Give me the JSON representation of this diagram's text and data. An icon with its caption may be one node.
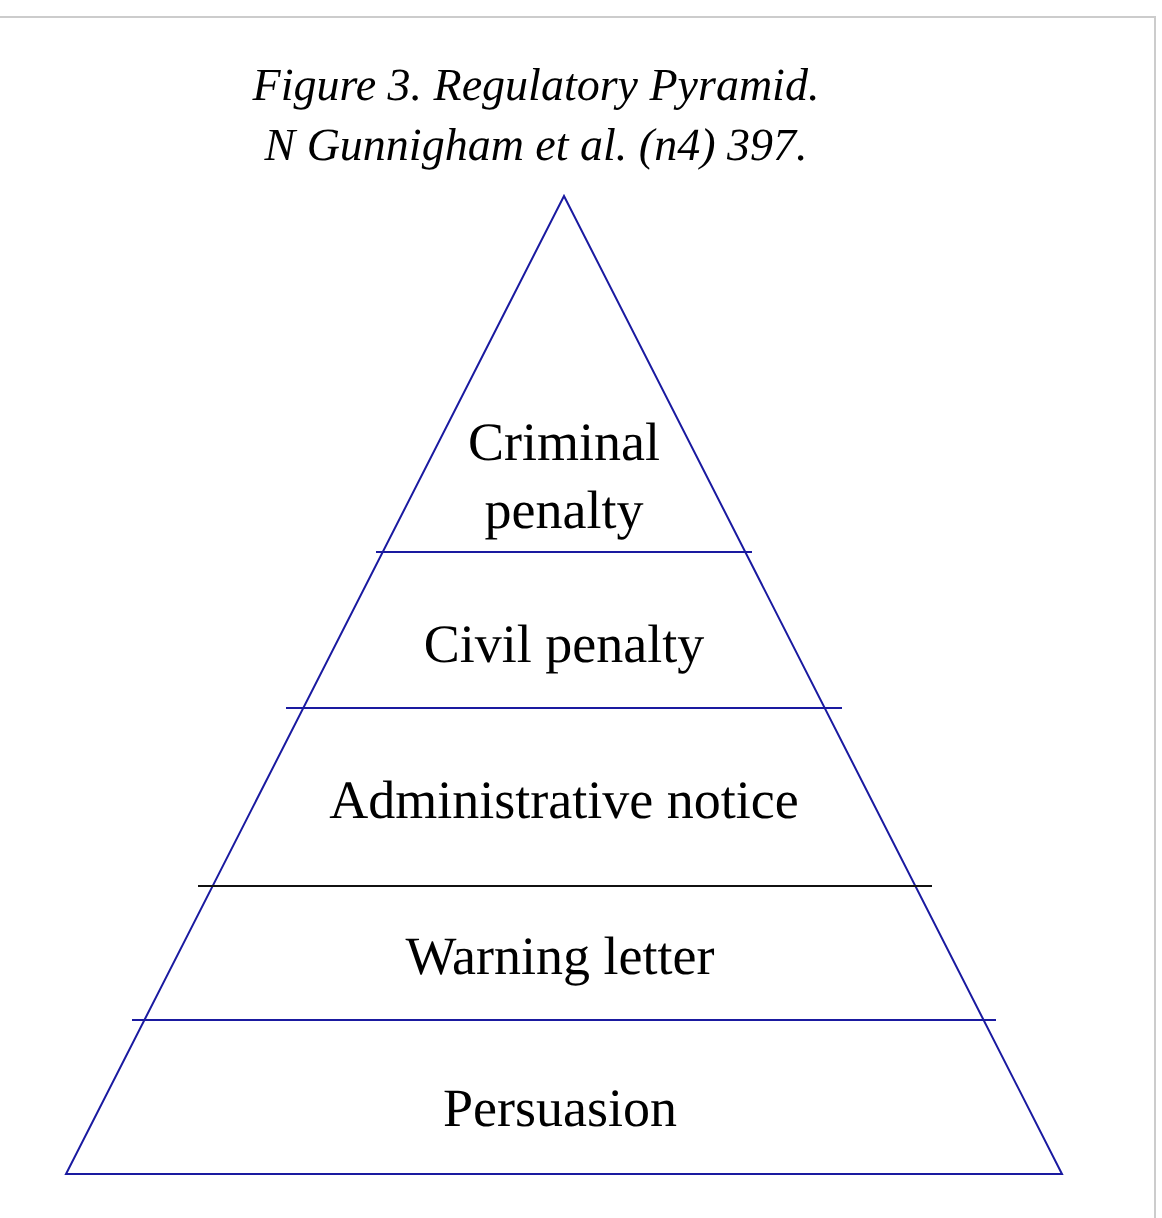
{
  "diagram": {
    "title": "Figure 3. Regulatory Pyramid. N Gunnigham et al. (n4) 397.",
    "nodes": [
      {
        "text": [
          "Criminal penalty"
        ]
      },
      {
        "text": [
          "Civil penalty"
        ]
      },
      {
        "text": [
          "Administrative notice"
        ]
      },
      {
        "text": [
          "Warning letter"
        ]
      },
      {
        "text": [
          "Persuasion"
        ]
      }
    ]
  }
}
